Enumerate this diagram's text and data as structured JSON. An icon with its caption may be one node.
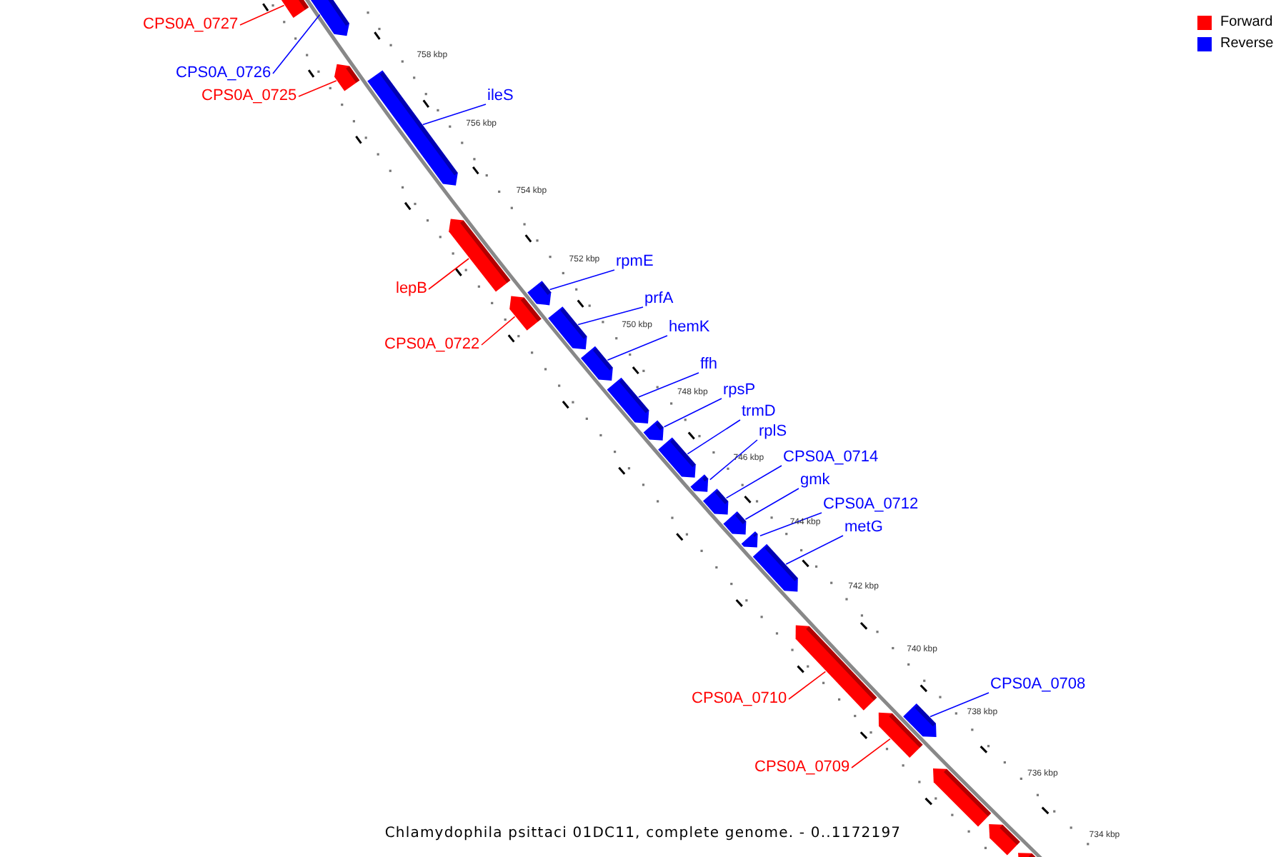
{
  "diagram": {
    "caption": "Chlamydophila psittaci 01DC11, complete genome. - 0..1172197",
    "nodes": [
      {
        "text": [
          "CPS0A_0727"
        ]
      },
      {
        "text": [],
        "shape": "arrow"
      },
      {
        "text": [
          "CPS0A_0726"
        ]
      },
      {
        "text": [],
        "shape": "arrow"
      },
      {
        "text": [
          "CPS0A_0725"
        ]
      },
      {
        "text": [],
        "shape": "arrow"
      },
      {
        "text": [
          "ileS"
        ]
      },
      {
        "text": [],
        "shape": "arrow"
      },
      {
        "text": [
          "lepB"
        ]
      },
      {
        "text": [],
        "shape": "arrow"
      },
      {
        "text": [
          "CPS0A_0722"
        ]
      },
      {
        "text": [],
        "shape": "arrow"
      },
      {
        "text": [
          "rpmE"
        ]
      },
      {
        "text": [],
        "shape": "arrow"
      },
      {
        "text": [
          "prfA"
        ]
      },
      {
        "text": [],
        "shape": "arrow"
      },
      {
        "text": [
          "hemK"
        ]
      },
      {
        "text": [],
        "shape": "arrow"
      },
      {
        "text": [
          "ffh"
        ]
      },
      {
        "text": [],
        "shape": "arrow"
      },
      {
        "text": [
          "rpsP"
        ]
      },
      {
        "text": [],
        "shape": "arrow"
      },
      {
        "text": [
          "trmD"
        ]
      },
      {
        "text": [],
        "shape": "arrow"
      },
      {
        "text": [
          "rplS"
        ]
      },
      {
        "text": [],
        "shape": "arrow"
      },
      {
        "text": [
          "CPS0A_0714"
        ]
      },
      {
        "text": [],
        "shape": "arrow"
      },
      {
        "text": [
          "gmk"
        ]
      },
      {
        "text": [],
        "shape": "arrow"
      },
      {
        "text": [
          "CPS0A_0712"
        ]
      },
      {
        "text": [],
        "shape": "arrow"
      },
      {
        "text": [
          "metG"
        ]
      },
      {
        "text": [],
        "shape": "arrow"
      },
      {
        "text": [
          "CPS0A_0710"
        ]
      },
      {
        "text": [],
        "shape": "arrow"
      },
      {
        "text": [
          "CPS0A_0709"
        ]
      },
      {
        "text": [],
        "shape": "arrow"
      },
      {
        "text": [
          "CPS0A_0708"
        ]
      },
      {
        "text": [],
        "shape": "arrow"
      },
      {
        "text": [],
        "shape": "arrow"
      },
      {
        "text": [],
        "shape": "arrow"
      },
      {
        "text": [],
        "shape": "arrow"
      }
    ],
    "edges": [
      {
        "from": 0,
        "to": 1,
        "arrow": "none",
        "color": "#ff0000"
      },
      {
        "from": 2,
        "to": 3,
        "arrow": "none"
      },
      {
        "from": 4,
        "to": 5,
        "arrow": "none",
        "color": "#ff0000"
      },
      {
        "from": 6,
        "to": 7,
        "arrow": "none"
      },
      {
        "from": 8,
        "to": 9,
        "arrow": "none",
        "color": "#ff0000"
      },
      {
        "from": 10,
        "to": 11,
        "arrow": "none",
        "color": "#ff0000"
      },
      {
        "from": 12,
        "to": 13,
        "arrow": "none"
      },
      {
        "from": 14,
        "to": 15,
        "arrow": "none"
      },
      {
        "from": 16,
        "to": 17,
        "arrow": "none"
      },
      {
        "from": 18,
        "to": 19,
        "arrow": "none"
      },
      {
        "from": 20,
        "to": 21,
        "arrow": "none"
      },
      {
        "from": 22,
        "to": 23,
        "arrow": "none"
      },
      {
        "from": 24,
        "to": 25,
        "arrow": "none"
      },
      {
        "from": 26,
        "to": 27,
        "arrow": "none"
      },
      {
        "from": 28,
        "to": 29,
        "arrow": "none"
      },
      {
        "from": 30,
        "to": 31,
        "arrow": "none"
      },
      {
        "from": 32,
        "to": 33,
        "arrow": "none"
      },
      {
        "from": 34,
        "to": 35,
        "arrow": "none",
        "color": "#ff0000"
      },
      {
        "from": 36,
        "to": 37,
        "arrow": "none",
        "color": "#ff0000"
      },
      {
        "from": 38,
        "to": 39,
        "arrow": "none"
      }
    ],
    "labels": [
      "758 kbp",
      "756 kbp",
      "754 kbp",
      "752 kbp",
      "750 kbp",
      "748 kbp",
      "746 kbp",
      "744 kbp",
      "742 kbp",
      "740 kbp",
      "738 kbp",
      "736 kbp",
      "734 kbp"
    ],
    "legend": [
      {
        "text": "Forward",
        "color": "#ff0000"
      },
      {
        "text": "Reverse",
        "color": "#0000ff"
      }
    ]
  }
}
